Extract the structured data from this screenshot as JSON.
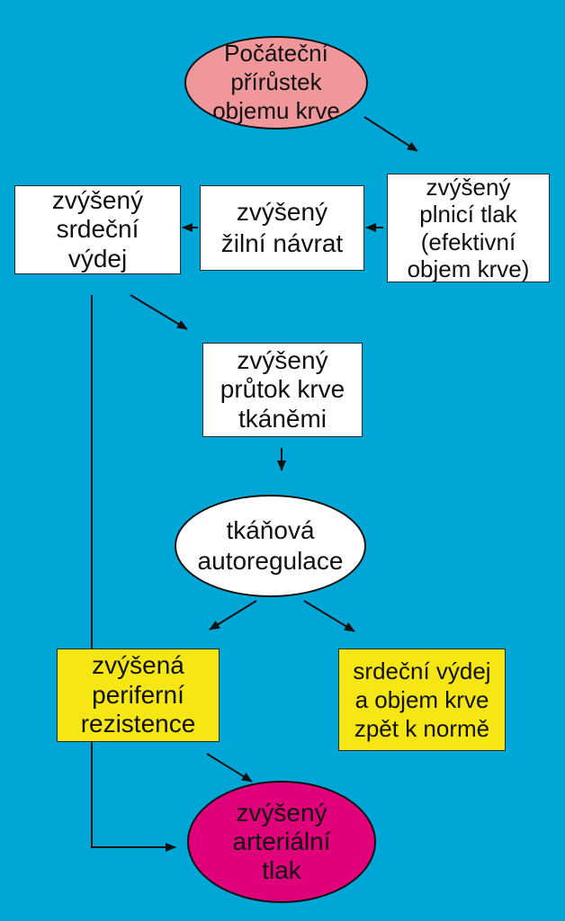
{
  "colors": {
    "background": "#00a6d6",
    "start": "#f0979b",
    "box": "#ffffff",
    "yellow": "#f5e614",
    "end": "#e0007a",
    "line": "#111111"
  },
  "nodes": {
    "start": "Počáteční\npřírůstek\nobjemu krve",
    "filling_pressure": "zvýšený\nplnicí tlak\n(efektivní\nobjem krve)",
    "venous_return": "zvýšený\nžilní návrat",
    "cardiac_output": "zvýšený\nsrdeční\nvýdej",
    "tissue_flow": "zvýšený\nprůtok krve\ntkáněmi",
    "autoregulation": "tkáňová\nautoregulace",
    "peripheral_resistance": "zvýšená\nperiferní\nrezistence",
    "back_to_normal": "srdeční výdej\na objem krve\nzpět k normě",
    "arterial_pressure": "zvýšený\narteriální\ntlak"
  }
}
